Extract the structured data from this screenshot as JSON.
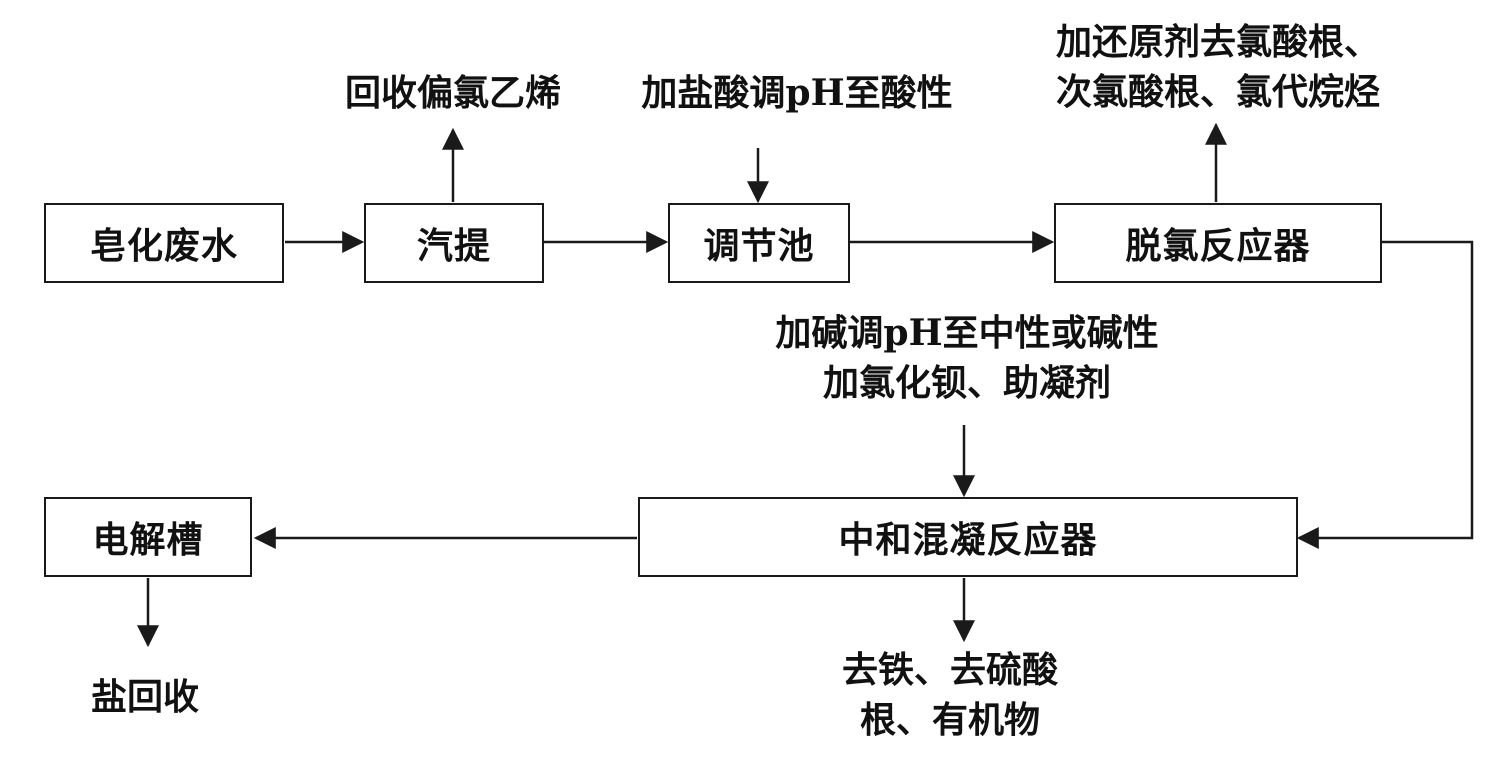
{
  "nodes": {
    "soap_wastewater": "皂化废水",
    "stripping": "汽提",
    "regulating_tank": "调节池",
    "dechlorination_reactor": "脱氯反应器",
    "neutralization_reactor": "中和混凝反应器",
    "electrolytic_cell": "电解槽"
  },
  "annotations": {
    "recover_vdc": "回收偏氯乙烯",
    "add_hcl": "加盐酸调pH至酸性",
    "reductant_line1": "加还原剂去氯酸根、",
    "reductant_line2": "次氯酸根、氯代烷烃",
    "alkali_line1": "加碱调pH至中性或碱性",
    "alkali_line2": "加氯化钡、助凝剂",
    "removal_line1": "去铁、去硫酸",
    "removal_line2": "根、有机物",
    "salt_recovery": "盐回收"
  },
  "colors": {
    "stroke": "#1a1a1a",
    "background": "#ffffff"
  }
}
